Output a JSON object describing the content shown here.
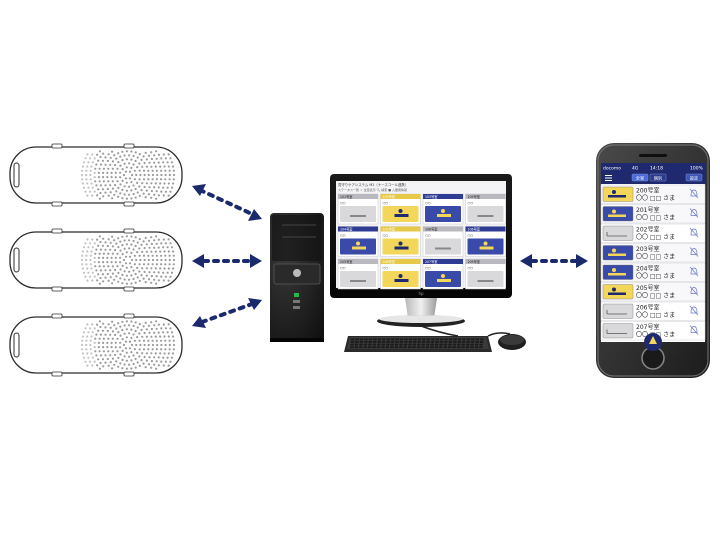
{
  "sensors": [
    {
      "id": "sensor-1"
    },
    {
      "id": "sensor-2"
    },
    {
      "id": "sensor-3"
    }
  ],
  "monitor": {
    "header_line1": "見守りケアシステム M2（ナースコール連携）",
    "header_line2": "ステータス一覧  ☆ 全室表示  🔍 検索  ■ 入居者情報",
    "tiles": [
      {
        "room": "101号室",
        "name": "○○",
        "status": "gray"
      },
      {
        "room": "105号室",
        "name": "○○",
        "status": "yellow"
      },
      {
        "room": "103号室",
        "name": "○○",
        "status": "blue"
      },
      {
        "room": "109号室",
        "name": "○○",
        "status": "gray"
      },
      {
        "room": "104号室",
        "name": "○○",
        "status": "blue"
      },
      {
        "room": "105号室",
        "name": "○○",
        "status": "yellow"
      },
      {
        "room": "106号室",
        "name": "○○",
        "status": "gray"
      },
      {
        "room": "106号室",
        "name": "○○",
        "status": "blue"
      },
      {
        "room": "205号室",
        "name": "○○",
        "status": "gray"
      },
      {
        "room": "206号室",
        "name": "○○",
        "status": "yellow"
      },
      {
        "room": "207号室",
        "name": "○○",
        "status": "blue"
      },
      {
        "room": "209号室",
        "name": "○○",
        "status": "gray"
      }
    ]
  },
  "phone": {
    "carrier": "docomo",
    "signal": "4G",
    "time": "14:18",
    "battery": "100%",
    "tabs": [
      "全室",
      "個別",
      "設定"
    ],
    "rows": [
      {
        "room": "200号室",
        "name": "〇〇 □□ さま",
        "status": "yellow"
      },
      {
        "room": "201号室",
        "name": "〇〇 □□ さま",
        "status": "blue"
      },
      {
        "room": "202号室",
        "name": "〇〇 □□ さま",
        "status": "gray"
      },
      {
        "room": "203号室",
        "name": "〇〇 □□ さま",
        "status": "blue"
      },
      {
        "room": "204号室",
        "name": "〇〇 □□ さま",
        "status": "blue"
      },
      {
        "room": "205号室",
        "name": "〇〇 □□ さま",
        "status": "yellow"
      },
      {
        "room": "206号室",
        "name": "〇〇 □□ さま",
        "status": "gray"
      },
      {
        "room": "207号室",
        "name": "〇〇 □□ さま",
        "status": "gray"
      }
    ]
  },
  "colors": {
    "arrow": "#1a2a6c",
    "navy": "#1f2a6e",
    "yellow": "#f2d75a",
    "blue": "#3a4aa8",
    "gray": "#d9d9dc"
  }
}
